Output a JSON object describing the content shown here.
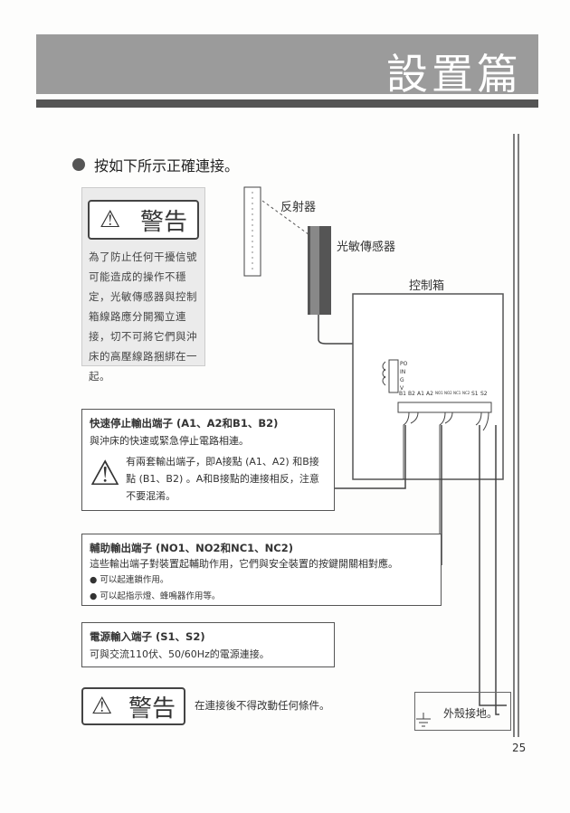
{
  "header": {
    "title": "設置篇"
  },
  "heading": "按如下所示正確連接。",
  "warning1": {
    "label": "警告",
    "text": "為了防止任何干擾信號可能造成的操作不穩定，光敏傳感器與控制箱線路應分開獨立連接，切不可將它們與沖床的高壓線路捆綁在一起。"
  },
  "diagram": {
    "reflector": "反射器",
    "sensor": "光敏傳感器",
    "control_box": "控制箱",
    "sensor_terminals": [
      "PO",
      "IN",
      "G",
      "V"
    ],
    "output_terminals": [
      "B1",
      "B2",
      "A1",
      "A2",
      "NO1",
      "NO2",
      "NC1",
      "NC2",
      "S1",
      "S2"
    ]
  },
  "box1": {
    "title": "快速停止輸出端子 (A1、A2和B1、B2)",
    "line": "與沖床的快速或緊急停止電路相連。",
    "note": "有兩套輸出端子，即A接點 (A1、A2) 和B接點 (B1、B2) 。A和B接點的連接相反，注意不要混淆。"
  },
  "box2": {
    "title": "輔助輸出端子 (NO1、NO2和NC1、NC2)",
    "line": "這些輸出端子對裝置起輔助作用，它們與安全裝置的按鍵開關相對應。",
    "bullets": [
      "可以起連鎖作用。",
      "可以起指示燈、蜂鳴器作用等。"
    ]
  },
  "box3": {
    "title": "電源輸入端子 (S1、S2)",
    "line": "可與交流110伏、50/60Hz的電源連接。"
  },
  "warning2": {
    "label": "警告",
    "text": "在連接後不得改動任何條件。"
  },
  "ground": "外殼接地。",
  "page_number": "25"
}
